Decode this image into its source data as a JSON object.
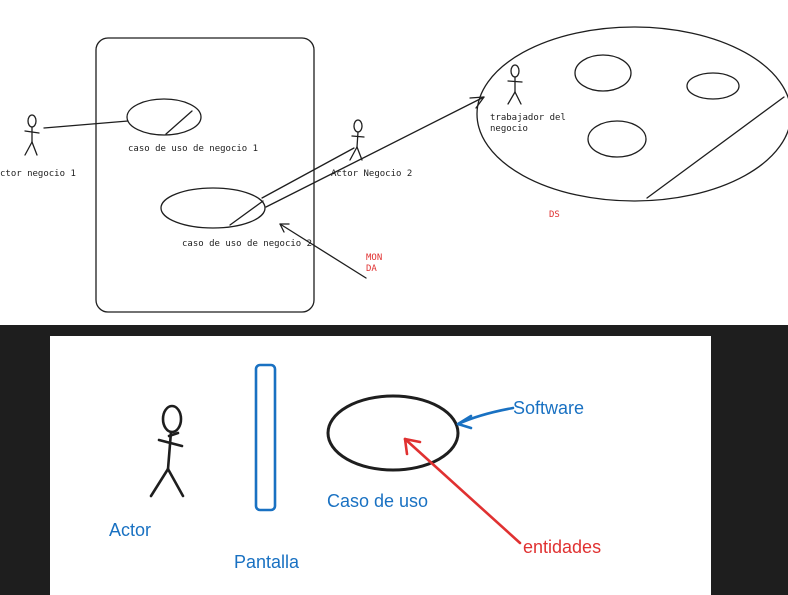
{
  "top": {
    "actor1": "ctor negocio 1",
    "actor2": "Actor Negocio 2",
    "worker_line1": "trabajador del",
    "worker_line2": "negocio",
    "usecase1": "caso de uso de negocio 1",
    "usecase2": "caso de uso de negocio 2",
    "mon": "MON",
    "da": "DA",
    "ds": "DS"
  },
  "bottom": {
    "actor": "Actor",
    "pantalla": "Pantalla",
    "caso": "Caso de uso",
    "software": "Software",
    "entidades": "entidades"
  },
  "colors": {
    "ink": "#1e1e1e",
    "blue": "#1971c2",
    "red": "#e03131"
  }
}
